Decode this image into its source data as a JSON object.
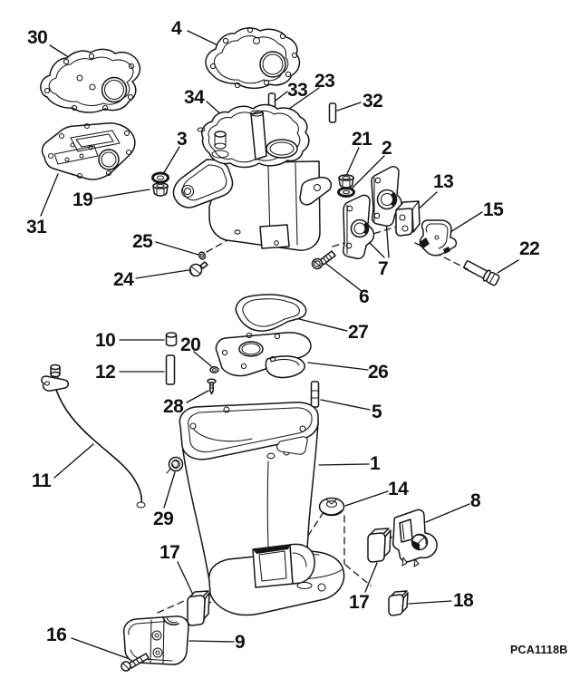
{
  "diagram": {
    "code": "PCA1118B",
    "background_color": "#ffffff",
    "line_color": "#151515"
  },
  "callouts": [
    {
      "part": "30"
    },
    {
      "part": "4"
    },
    {
      "part": "34"
    },
    {
      "part": "33"
    },
    {
      "part": "23"
    },
    {
      "part": "32"
    },
    {
      "part": "3"
    },
    {
      "part": "19"
    },
    {
      "part": "31"
    },
    {
      "part": "21"
    },
    {
      "part": "2"
    },
    {
      "part": "13"
    },
    {
      "part": "15"
    },
    {
      "part": "22"
    },
    {
      "part": "7"
    },
    {
      "part": "6"
    },
    {
      "part": "25"
    },
    {
      "part": "24"
    },
    {
      "part": "27"
    },
    {
      "part": "26"
    },
    {
      "part": "10"
    },
    {
      "part": "20"
    },
    {
      "part": "12"
    },
    {
      "part": "28"
    },
    {
      "part": "5"
    },
    {
      "part": "11"
    },
    {
      "part": "1"
    },
    {
      "part": "29"
    },
    {
      "part": "14"
    },
    {
      "part": "8"
    },
    {
      "part": "17"
    },
    {
      "part": "17"
    },
    {
      "part": "18"
    },
    {
      "part": "16"
    },
    {
      "part": "9"
    }
  ]
}
